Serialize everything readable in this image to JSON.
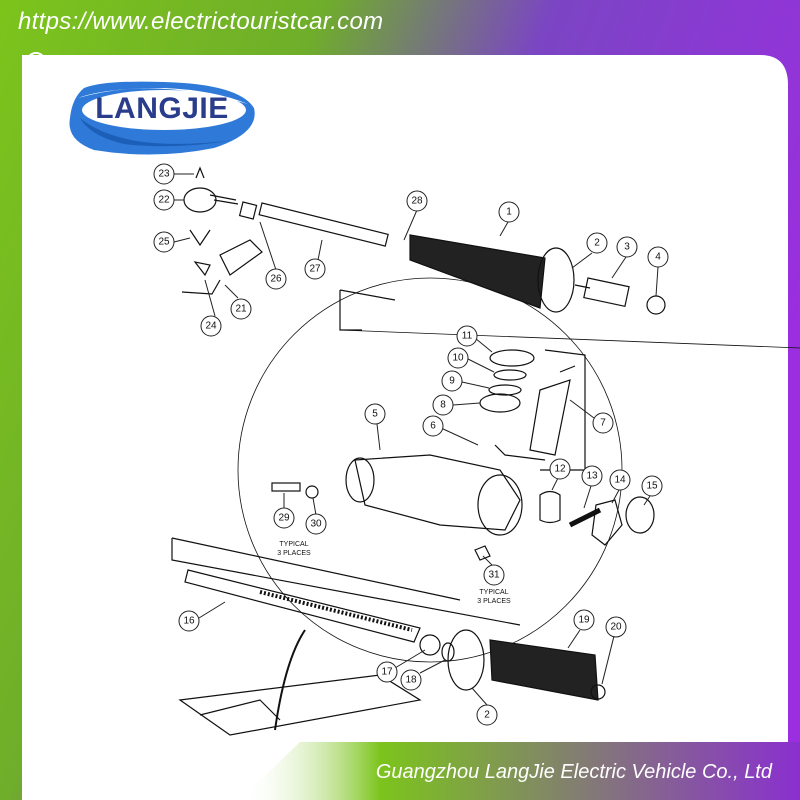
{
  "website_url": "https://www.electrictouristcar.com",
  "logo_text": "LANGJIE",
  "footer_text": "Guangzhou LangJie Electric Vehicle Co., Ltd",
  "colors": {
    "green": "#78c020",
    "purple": "#8a2fd0",
    "logo_blue": "#2a3c8c"
  },
  "diagram": {
    "callouts": [
      "1",
      "2",
      "3",
      "4",
      "5",
      "6",
      "7",
      "8",
      "9",
      "10",
      "11",
      "12",
      "13",
      "14",
      "15",
      "16",
      "17",
      "18",
      "19",
      "20",
      "21",
      "22",
      "23",
      "24",
      "25",
      "26",
      "27",
      "28",
      "29",
      "30",
      "31",
      "2"
    ],
    "notes": {
      "typical_a_line1": "TYPICAL",
      "typical_a_line2": "3 PLACES",
      "typical_b_line1": "TYPICAL",
      "typical_b_line2": "3 PLACES"
    }
  }
}
